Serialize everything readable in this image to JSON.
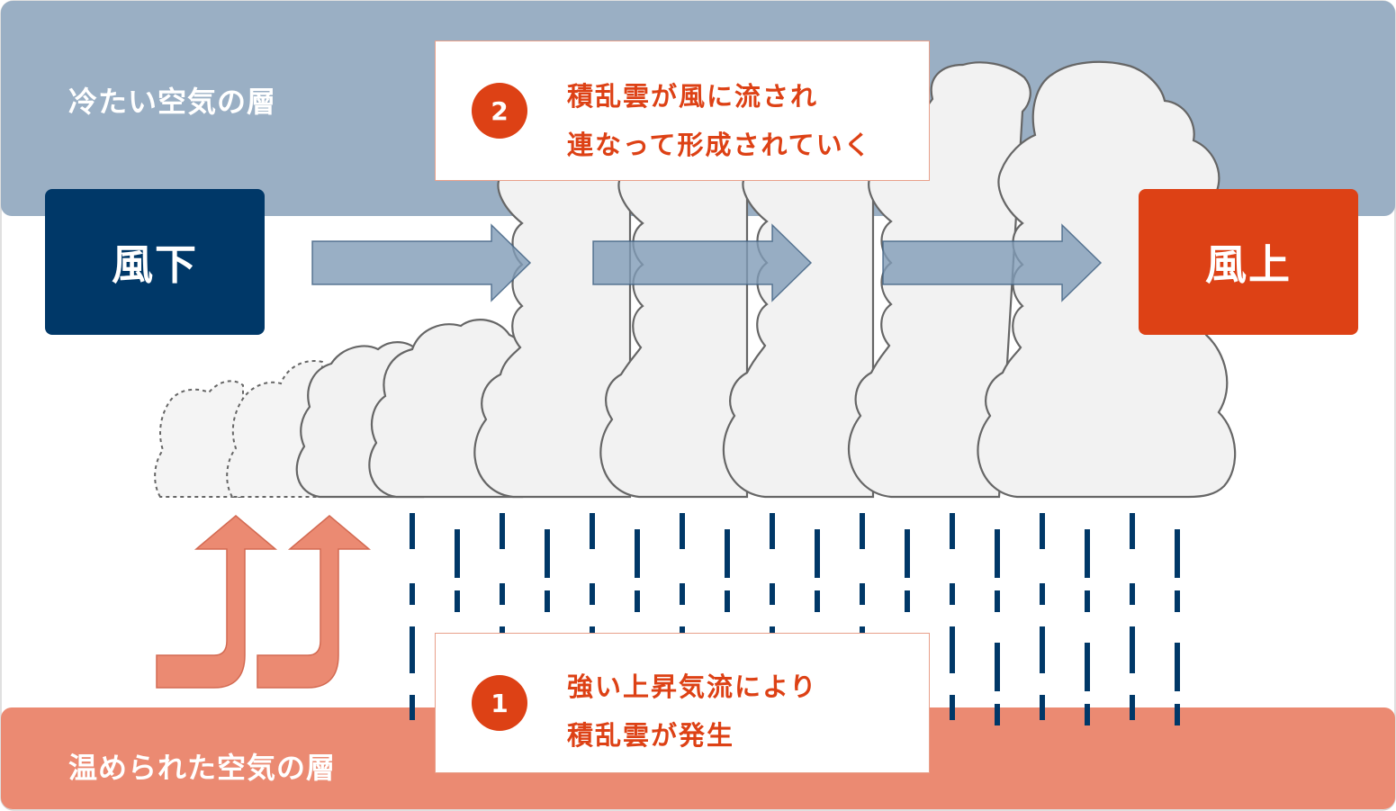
{
  "colors": {
    "cold_layer": "#9aafc4",
    "warm_layer": "#eb8a72",
    "downwind": "#003868",
    "upwind": "#dd4115",
    "accent_text": "#dd4115",
    "cloud_fill": "#f2f2f2",
    "cloud_stroke": "#666666",
    "rain": "#003868",
    "flow_arrow": "#8ea6be",
    "updraft_arrow": "#eb8a72"
  },
  "layers": {
    "cold": "冷たい空気の層",
    "warm": "温められた空気の層"
  },
  "wind": {
    "downwind": "風下",
    "upwind": "風上"
  },
  "callouts": [
    {
      "number": "1",
      "line1": "強い上昇気流により",
      "line2": "積乱雲が発生"
    },
    {
      "number": "2",
      "line1": "積乱雲が風に流され",
      "line2": "連なって形成されていく"
    }
  ],
  "icons": {
    "flow": "right-arrow-icon",
    "updraft": "up-arrow-icon",
    "rain": "rain-streak-icon",
    "cloud": "cumulonimbus-cloud-icon"
  }
}
